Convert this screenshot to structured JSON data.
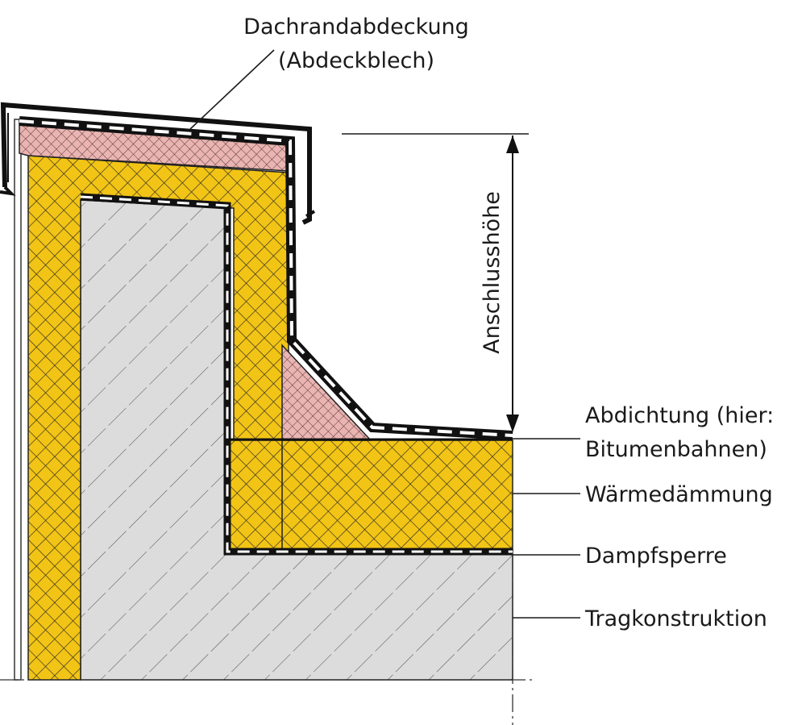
{
  "labels": {
    "cap_line1": "Dachrandabdeckung",
    "cap_line2": "(Abdeckblech)",
    "height": "Anschlusshöhe",
    "seal_line1": "Abdichtung (hier:",
    "seal_line2": "Bitumenbahnen)",
    "insulation": "Wärmedämmung",
    "vapor": "Dampfsperre",
    "structure": "Tragkonstruktion"
  },
  "colors": {
    "insulation": "#f2c415",
    "concrete": "#dcdcdc",
    "wedge": "#e9b4b1",
    "line": "#111111",
    "text": "#1a1a1a"
  }
}
